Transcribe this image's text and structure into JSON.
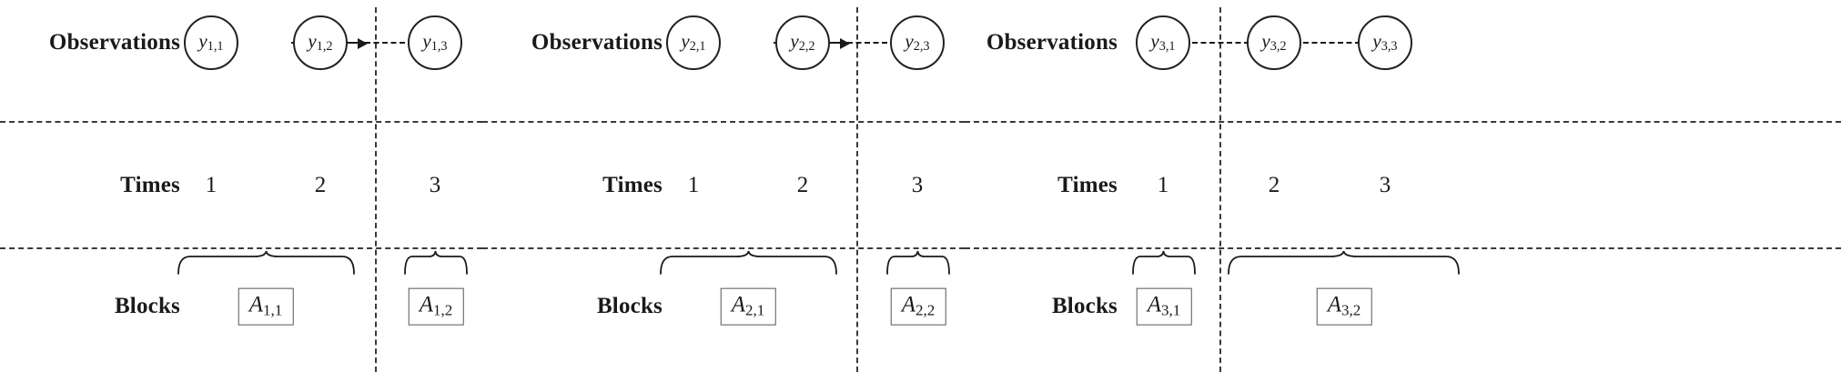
{
  "figure": {
    "kind": "block-time-series-diagram",
    "row_labels": [
      "Observations",
      "Times",
      "Blocks"
    ],
    "stroke_color": "#1a1a1a",
    "dash_color": "#3a3a3a",
    "box_border_color": "#555555",
    "background": "#ffffff"
  },
  "panels": [
    {
      "id": "panel-1",
      "label_observations": "Observations",
      "label_times": "Times",
      "label_blocks": "Blocks",
      "nodes": [
        {
          "base": "y",
          "sub": "1,1"
        },
        {
          "base": "y",
          "sub": "1,2"
        },
        {
          "base": "y",
          "sub": "1,3"
        }
      ],
      "times": [
        "1",
        "2",
        "3"
      ],
      "blocks": [
        {
          "base": "A",
          "sub": "1,1",
          "span_times": [
            "1",
            "2"
          ]
        },
        {
          "base": "A",
          "sub": "1,2",
          "span_times": [
            "3"
          ]
        }
      ],
      "split_after_time": 2
    },
    {
      "id": "panel-2",
      "label_observations": "Observations",
      "label_times": "Times",
      "label_blocks": "Blocks",
      "nodes": [
        {
          "base": "y",
          "sub": "2,1"
        },
        {
          "base": "y",
          "sub": "2,2"
        },
        {
          "base": "y",
          "sub": "2,3"
        }
      ],
      "times": [
        "1",
        "2",
        "3"
      ],
      "blocks": [
        {
          "base": "A",
          "sub": "2,1",
          "span_times": [
            "1",
            "2"
          ]
        },
        {
          "base": "A",
          "sub": "2,2",
          "span_times": [
            "3"
          ]
        }
      ],
      "split_after_time": 2
    },
    {
      "id": "panel-3",
      "label_observations": "Observations",
      "label_times": "Times",
      "label_blocks": "Blocks",
      "nodes": [
        {
          "base": "y",
          "sub": "3,1"
        },
        {
          "base": "y",
          "sub": "3,2"
        },
        {
          "base": "y",
          "sub": "3,3"
        }
      ],
      "times": [
        "1",
        "2",
        "3"
      ],
      "blocks": [
        {
          "base": "A",
          "sub": "3,1",
          "span_times": [
            "1"
          ]
        },
        {
          "base": "A",
          "sub": "3,2",
          "span_times": [
            "2",
            "3"
          ]
        }
      ],
      "split_after_time": 1
    }
  ]
}
